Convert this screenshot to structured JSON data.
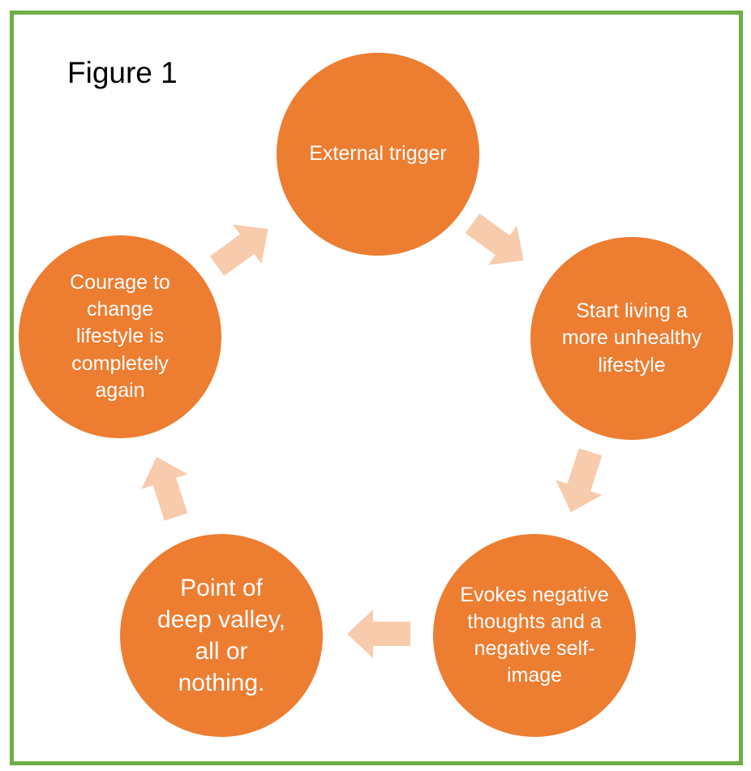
{
  "figure": {
    "title": "Figure 1"
  },
  "colors": {
    "frame_border": "#70AD47",
    "node_fill": "#ED7D31",
    "node_text": "#FFFFFF",
    "arrow_fill": "#F8CBAD"
  },
  "cycle": {
    "nodes": [
      {
        "label": "External trigger"
      },
      {
        "label": "Start living a more unhealthy lifestyle"
      },
      {
        "label": "Evokes negative thoughts and a negative self-image"
      },
      {
        "label": "Point of deep valley, all or nothing."
      },
      {
        "label": "Courage to change lifestyle is completely again"
      }
    ]
  }
}
